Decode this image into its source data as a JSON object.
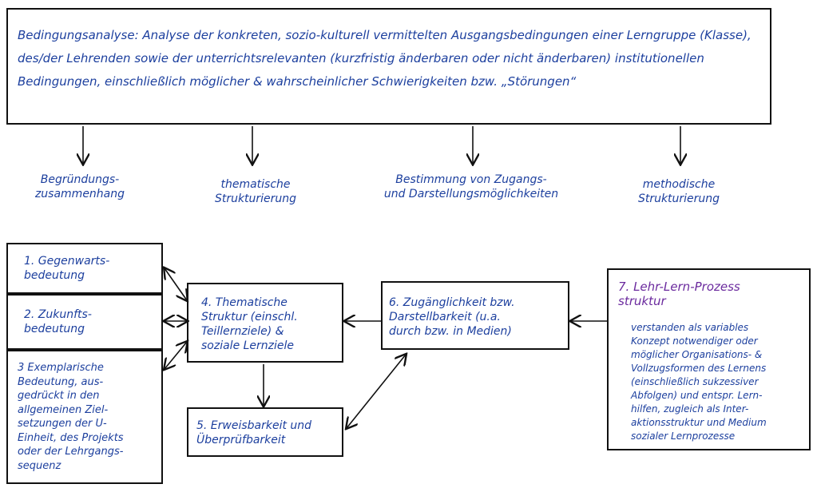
{
  "top_box": {
    "text": "Bedingungsanalyse: Analyse der konkreten, sozio-kulturell vermittelten Ausgangsbedingungen einer Lerngruppe (Klasse), des/der Lehrenden sowie der unterrichtsrelevanten (kurzfristig änderbaren oder nicht änderbaren) institutionellen Bedingungen, einschließlich möglicher & wahrscheinlicher Schwierigkeiten bzw. „Störungen“"
  },
  "categories": [
    {
      "label": "Begründungs-\nzusammenhang"
    },
    {
      "label": "thematische\nStrukturierung"
    },
    {
      "label": "Bestimmung von Zugangs-\nund Darstellungsmöglichkeiten"
    },
    {
      "label": "methodische\nStrukturierung"
    }
  ],
  "boxes": {
    "b1": "1. Gegenwarts-\nbedeutung",
    "b2": "2. Zukunfts-\nbedeutung",
    "b3": "3 Exemplarische\nBedeutung, aus-\ngedrückt in den\nallgemeinen Ziel-\nsetzungen der U-\nEinheit, des Projekts\noder der Lehrgangs-\nsequenz",
    "b4": "4. Thematische\nStruktur (einschl.\nTeillernziele) &\nsoziale Lernziele",
    "b5": "5. Erweisbarkeit und\nÜberprüfbarkeit",
    "b6": "6. Zugänglichkeit bzw.\nDarstellbarkeit (u.a.\ndurch bzw. in Medien)",
    "b7_title": "7. Lehr-Lern-Prozess\nstruktur",
    "b7_body": "verstanden als variables\nKonzept notwendiger oder\nmöglicher Organisations- &\nVollzugsformen des Lernens\n(einschließlich sukzessiver\nAbfolgen) und entspr. Lern-\nhilfen, zugleich als Inter-\naktionsstruktur und Medium\nsozialer Lernprozesse"
  },
  "colors": {
    "ink": "#1c3f9e",
    "purple": "#6b2a9e",
    "line": "#111111"
  }
}
